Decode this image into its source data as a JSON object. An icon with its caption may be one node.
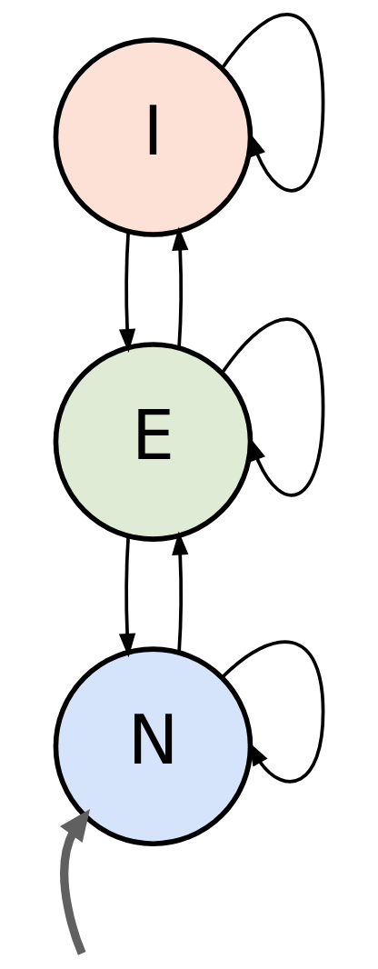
{
  "diagram": {
    "nodes": [
      {
        "text": [
          "I"
        ]
      },
      {
        "text": [
          "E"
        ]
      },
      {
        "text": [
          "N"
        ]
      }
    ],
    "edges": [
      {
        "from": 0,
        "to": 0,
        "arrow": "to"
      },
      {
        "from": 0,
        "to": 1,
        "arrow": "to"
      },
      {
        "from": 1,
        "to": 0,
        "arrow": "to"
      },
      {
        "from": 1,
        "to": 1,
        "arrow": "to"
      },
      {
        "from": 1,
        "to": 2,
        "arrow": "to"
      },
      {
        "from": 2,
        "to": 1,
        "arrow": "to"
      },
      {
        "from": 2,
        "to": 2,
        "arrow": "to"
      },
      {
        "from": null,
        "to": 2,
        "arrow": "to",
        "style": "thick",
        "color": "#606060"
      }
    ]
  }
}
